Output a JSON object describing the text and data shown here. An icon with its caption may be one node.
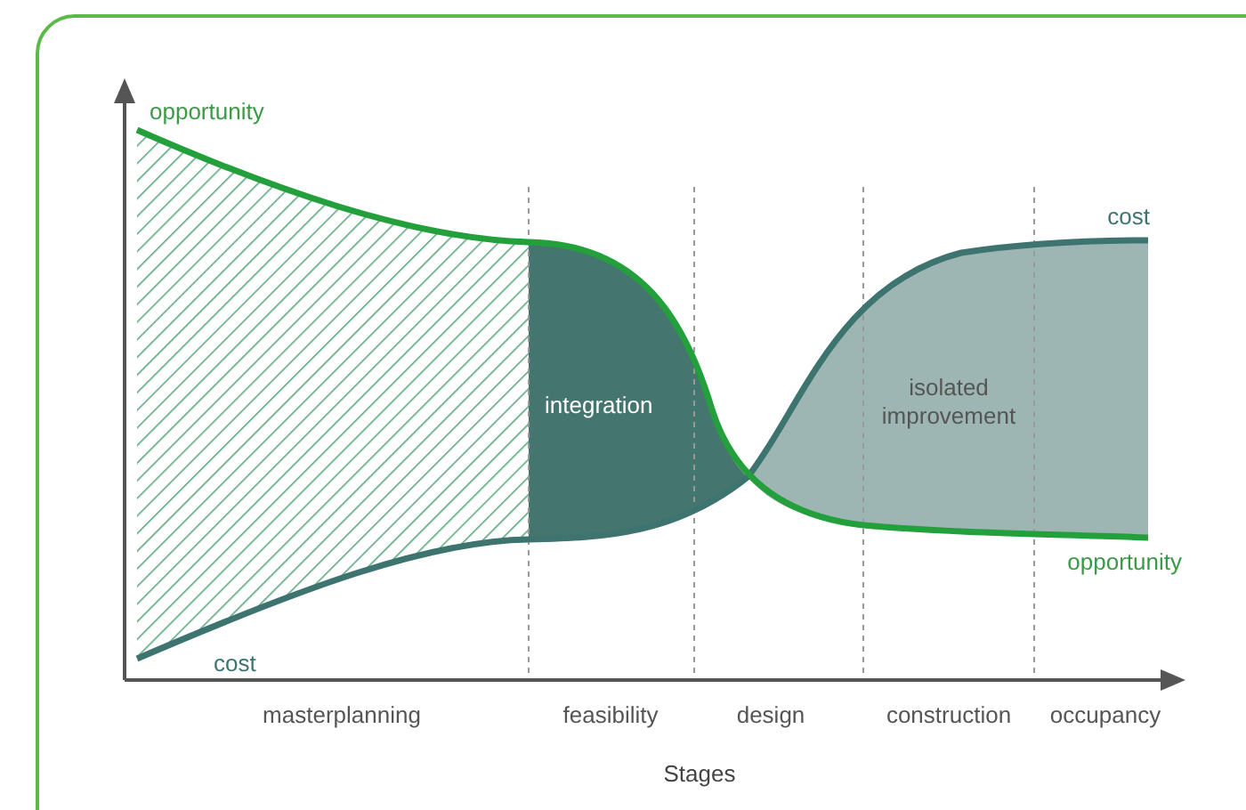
{
  "diagram": {
    "labels": [
      "opportunity",
      "cost",
      "integration",
      "isolated improvement",
      "cost",
      "opportunity",
      "masterplanning",
      "feasibility",
      "design",
      "construction",
      "occupancy",
      "Stages"
    ]
  }
}
